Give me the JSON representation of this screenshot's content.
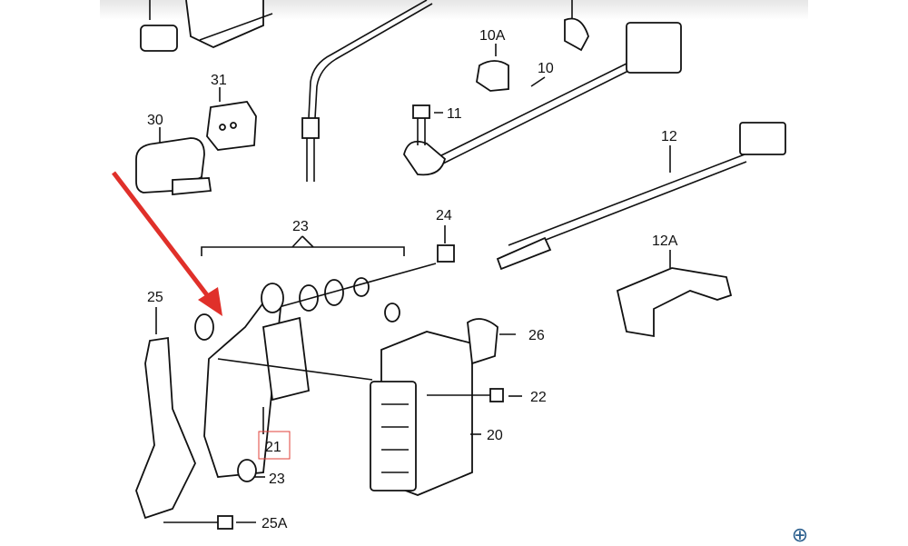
{
  "diagram": {
    "labels": {
      "l31": "31",
      "l30": "30",
      "l10A": "10A",
      "l10": "10",
      "l11": "11",
      "l12": "12",
      "l23a": "23",
      "l24": "24",
      "l25": "25",
      "l12A": "12A",
      "l26": "26",
      "l22": "22",
      "l21": "21",
      "l20": "20",
      "l23b": "23",
      "l25A": "25A"
    },
    "highlight_color": "#e0403a",
    "arrow_color": "#e0302a"
  },
  "controls": {
    "zoom_icon": "zoom-in-icon",
    "zoom_symbol": "⊕",
    "accent": "#2b5f8e"
  }
}
